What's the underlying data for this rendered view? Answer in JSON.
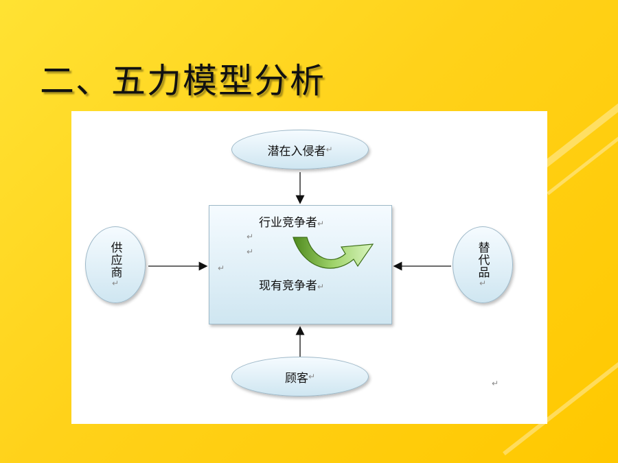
{
  "title": "二、五力模型分析",
  "nodes": {
    "potential_entrants": "潜在入侵者",
    "industry_competitors": "行业竞争者",
    "current_competitors": "现有竞争者",
    "suppliers": "供应商",
    "substitutes": "替代品",
    "customers": "顾客"
  },
  "marks": {
    "return": "↵",
    "return_small": "↵"
  }
}
